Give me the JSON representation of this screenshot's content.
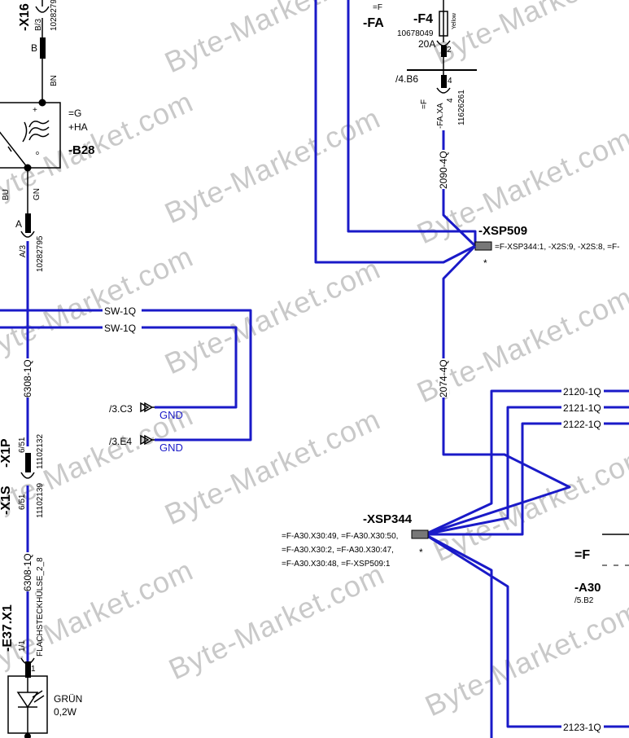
{
  "watermark": "Byte-Market.com",
  "devices": {
    "x16": "-X16",
    "b28": "-B28",
    "b28_loc": "=G",
    "b28_inst": "+HA",
    "x1p": "-X1P",
    "x1s": "-X1S",
    "e37": "-E37.X1",
    "f4": "-F4",
    "fa": "-FA",
    "fa_loc": "=F",
    "xsp509": "-XSP509",
    "xsp344": "-XSP344",
    "f_right": "=F",
    "a30": "-A30",
    "a30_ref": "/5.B2"
  },
  "pins": {
    "x16_pin": "B/3",
    "x16_part": "10282795",
    "b_pin": "B",
    "a_pin": "A",
    "a3": "A/3",
    "a_part": "10282795",
    "x1p_pin": "6/51",
    "x1p_part": "11102132",
    "x1s_pin": "6/51",
    "x1s_part": "11102139",
    "e37_pin": "1/1",
    "e37_term": "FLACHSTECKHÜLSE_2_8",
    "f4_part": "10678049",
    "f4_rating": "20A",
    "f4_color": "Yellow",
    "f4_pin2": "2",
    "f4_pin4": "4",
    "f4_pin4b": "4",
    "fa_xa": "-FA.XA",
    "fa_xa_loc": "=F",
    "fa_xa_part": "11626261",
    "ref_4b6": "/4.B6",
    "plus": "+",
    "b28_ctr": "o",
    "led_pin": "1"
  },
  "wires": {
    "bn": "BN",
    "bu": "BU",
    "gn": "GN",
    "w6308_top": "6308-1Q",
    "w6308_bot": "6308-1Q",
    "sw1": "SW-1Q",
    "sw2": "SW-1Q",
    "w2090": "2090-4Q",
    "w2074": "2074-4Q",
    "w2120": "2120-1Q",
    "w2121": "2121-1Q",
    "w2122": "2122-1Q",
    "w2123": "2123-1Q"
  },
  "refs": {
    "c3": "/3.C3",
    "e4": "/3.E4",
    "gnd1": "GND",
    "gnd2": "GND"
  },
  "splices": {
    "xsp509_targets": "=F-XSP344:1, -X2S:9, -X2S:8, =F-",
    "xsp509_star": "*",
    "xsp344_line1": "=F-A30.X30:49, =F-A30.X30:50,",
    "xsp344_line2": "=F-A30.X30:2, =F-A30.X30:47,",
    "xsp344_line3": "=F-A30.X30:48, =F-XSP509:1",
    "xsp344_star": "*"
  },
  "led": {
    "color": "GRÜN",
    "power": "0,2W"
  },
  "colors": {
    "wire": "#1a1ac8",
    "watermark": "#c9c9c9"
  }
}
